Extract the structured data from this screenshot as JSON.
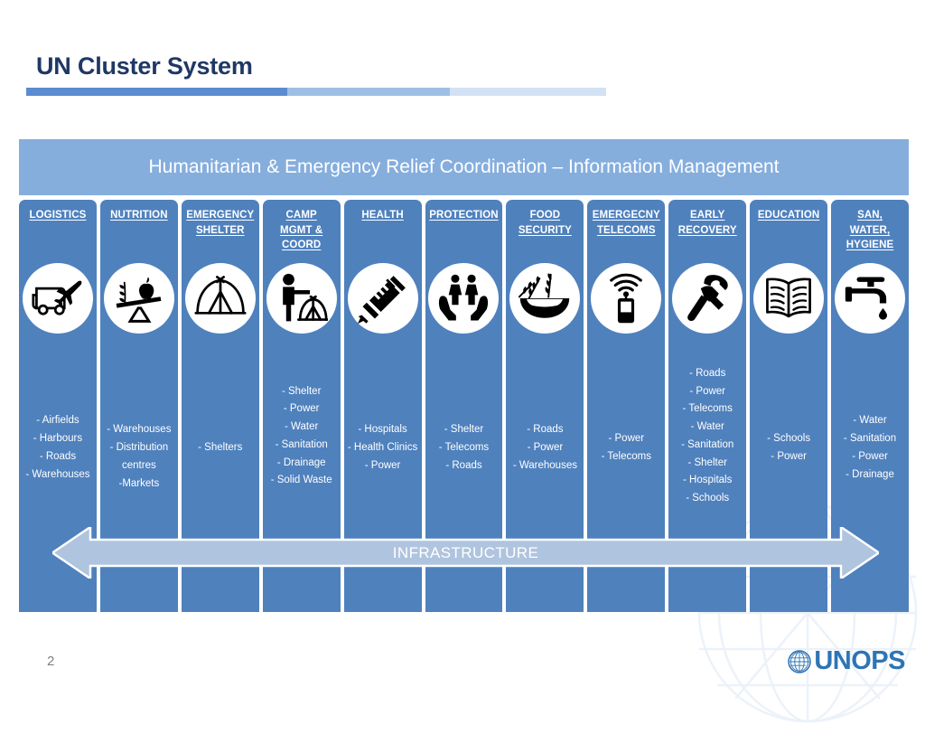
{
  "slide": {
    "title": "UN Cluster System",
    "page_number": "2",
    "banner": "Humanitarian & Emergency Relief Coordination – Information Management",
    "infrastructure_label": "INFRASTRUCTURE",
    "logo_text": "UNOPS"
  },
  "colors": {
    "title": "#1F3864",
    "banner_bg": "#85AEDD",
    "column_bg": "#4F81BD",
    "arrow_fill": "#AFC4DE",
    "logo": "#2E74B5"
  },
  "columns": [
    {
      "header": [
        "LOGISTICS"
      ],
      "icon": "truck-plane-icon",
      "items": [
        "- Airfields",
        "- Harbours",
        "- Roads",
        "- Warehouses"
      ]
    },
    {
      "header": [
        "NUTRITION"
      ],
      "icon": "scale-apple-wheat-icon",
      "items": [
        "- Warehouses",
        "- Distribution centres",
        "-Markets"
      ]
    },
    {
      "header": [
        "EMERGENCY",
        "SHELTER"
      ],
      "icon": "tent-icon",
      "items": [
        "- Shelters"
      ]
    },
    {
      "header": [
        "CAMP",
        "MGMT &",
        "COORD"
      ],
      "icon": "person-tent-icon",
      "items": [
        "- Shelter",
        "- Power",
        "- Water",
        "- Sanitation",
        "- Drainage",
        "- Solid Waste"
      ]
    },
    {
      "header": [
        "HEALTH"
      ],
      "icon": "syringe-icon",
      "items": [
        "- Hospitals",
        "- Health Clinics",
        "- Power"
      ]
    },
    {
      "header": [
        "PROTECTION"
      ],
      "icon": "hands-people-icon",
      "items": [
        "- Shelter",
        "- Telecoms",
        "- Roads"
      ]
    },
    {
      "header": [
        "FOOD",
        "SECURITY"
      ],
      "icon": "wheat-bowl-icon",
      "items": [
        "- Roads",
        "- Power",
        "- Warehouses"
      ]
    },
    {
      "header": [
        "EMERGECNY",
        "TELECOMS"
      ],
      "icon": "mobile-signal-icon",
      "items": [
        "- Power",
        "- Telecoms"
      ]
    },
    {
      "header": [
        "EARLY",
        "RECOVERY"
      ],
      "icon": "hammer-icon",
      "items": [
        "- Roads",
        "- Power",
        "- Telecoms",
        "- Water",
        "- Sanitation",
        "- Shelter",
        "- Hospitals",
        "- Schools"
      ]
    },
    {
      "header": [
        "EDUCATION"
      ],
      "icon": "open-book-icon",
      "items": [
        "- Schools",
        "- Power"
      ]
    },
    {
      "header": [
        "SAN,",
        "WATER,",
        "HYGIENE"
      ],
      "icon": "tap-water-icon",
      "items": [
        "- Water",
        "- Sanitation",
        "- Power",
        "- Drainage"
      ]
    }
  ]
}
